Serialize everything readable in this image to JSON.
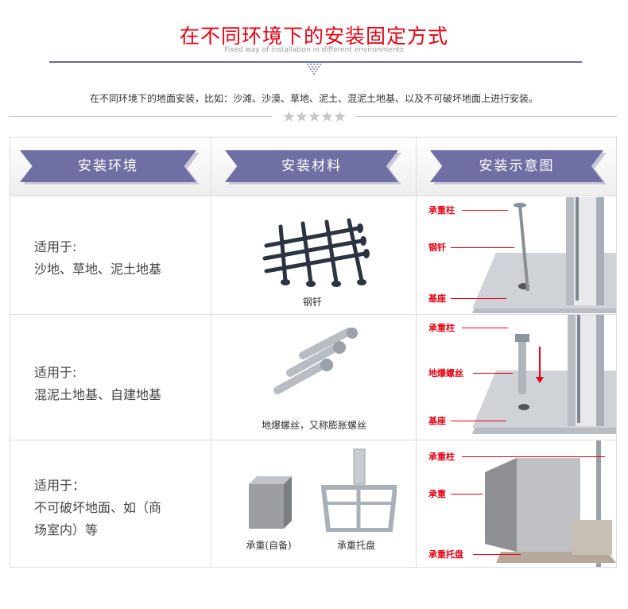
{
  "header": {
    "title": "在不同环境下的安装固定方式",
    "subtitle_en": "Fixed way of installation in different environments",
    "intro": "在不同环境下的地面安装，比如：沙滩、沙漠、草地、泥土、混泥土地基、以及不可破坏地面上进行安装。",
    "stars": "★★★★★"
  },
  "table": {
    "columns": [
      "安装环境",
      "安装材料",
      "安装示意图"
    ],
    "rows": [
      {
        "env_line1": "适用于:",
        "env_line2": "沙地、草地、泥土地基",
        "material": "钢钎",
        "callouts": [
          "承重柱",
          "钢钎",
          "基座"
        ]
      },
      {
        "env_line1": "适用于:",
        "env_line2": "混泥土地基、自建地基",
        "material": "地爆螺丝，又称膨胀螺丝",
        "callouts": [
          "承重柱",
          "地爆螺丝",
          "基座"
        ]
      },
      {
        "env_line1": "适用于：",
        "env_line2": "不可破坏地面、如（商",
        "env_line3": "场室内）等",
        "material_a": "承重(自备)",
        "material_b": "承重托盘",
        "callouts": [
          "承重柱",
          "承重",
          "承重托盘"
        ]
      }
    ]
  },
  "colors": {
    "title_red": "#e60012",
    "ribbon_purple": "#6f6fa3",
    "callout_red": "#e60012"
  }
}
